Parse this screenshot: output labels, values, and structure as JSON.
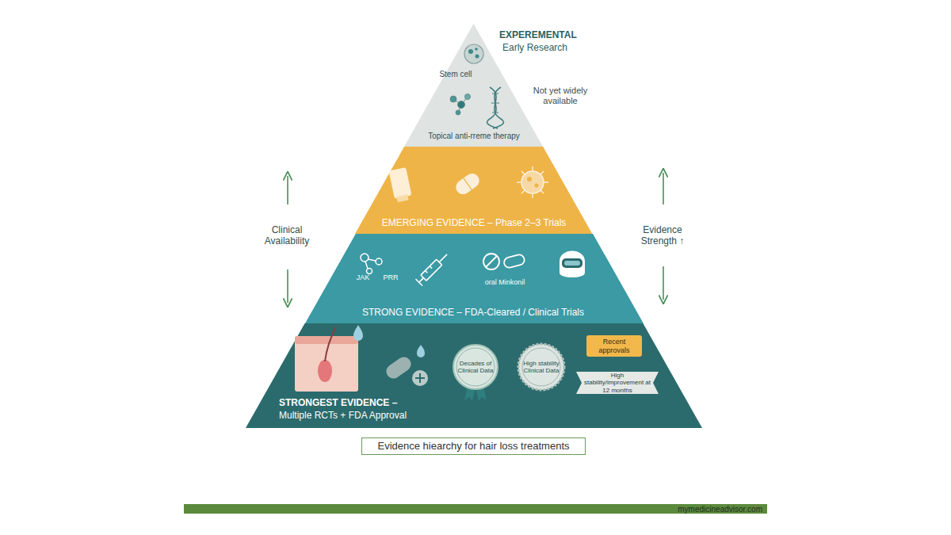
{
  "diagram": {
    "caption": "Evidence hiearchy for hair loss treatments",
    "nodes": [
      {
        "text": [
          "EXPEREMENTAL",
          "Early Research",
          "Stem cell",
          "Topical anti-rreme therapy"
        ]
      },
      {
        "text": [
          "EMERGING EVIDENCE – Phase 2–3 Trials"
        ]
      },
      {
        "text": [
          "JAK",
          "PRR",
          "oral Minkonil",
          "STRONG EVIDENCE – FDA-Cleared / Clinical Trials"
        ]
      },
      {
        "text": [
          "STRONGEST EVIDENCE –",
          "Multiple RCTs + FDA Approval"
        ]
      },
      {
        "text": [
          "Decades of Clinical Data"
        ],
        "in": 3
      },
      {
        "text": [
          "High stability Clinical Data"
        ],
        "in": 3
      },
      {
        "text": [
          "Recent approvals"
        ],
        "in": 3
      },
      {
        "text": [
          "High stability/improvement at 12 months"
        ],
        "in": 3
      }
    ],
    "labels": [
      "Not yet widely available",
      "Clinical Availability",
      "Evidence Strength ↑",
      "mymedicineadvisor.com"
    ]
  }
}
